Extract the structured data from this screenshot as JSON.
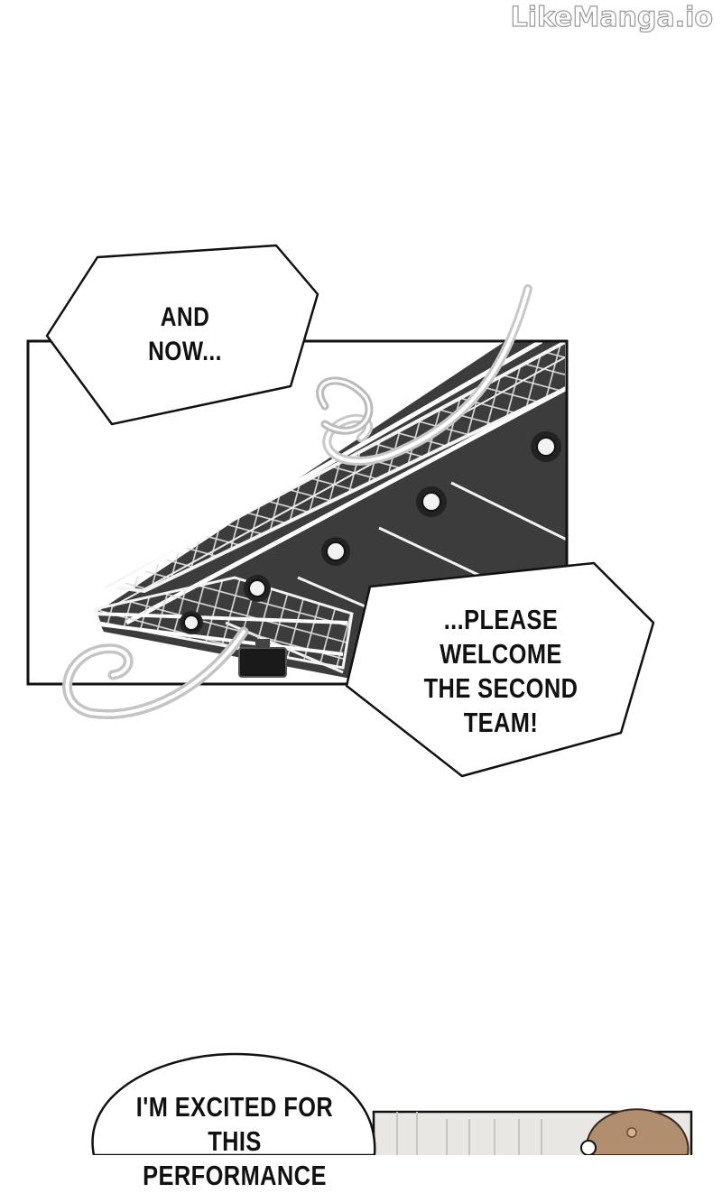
{
  "watermark": "LikeManga.io",
  "panel1": {
    "bubble_top": [
      "AND",
      "NOW..."
    ],
    "bubble_bottom": [
      "...PLEASE",
      "WELCOME",
      "THE SECOND",
      "TEAM!"
    ]
  },
  "panel2": {
    "bubble": [
      "I'M EXCITED FOR",
      "THIS PERFORMANCE"
    ]
  },
  "colors": {
    "stage_background": "#3c3c3c",
    "truss": "#f4f4f4",
    "ink": "#111111"
  },
  "icons": [
    "stage-light-icon",
    "speaker-icon"
  ]
}
